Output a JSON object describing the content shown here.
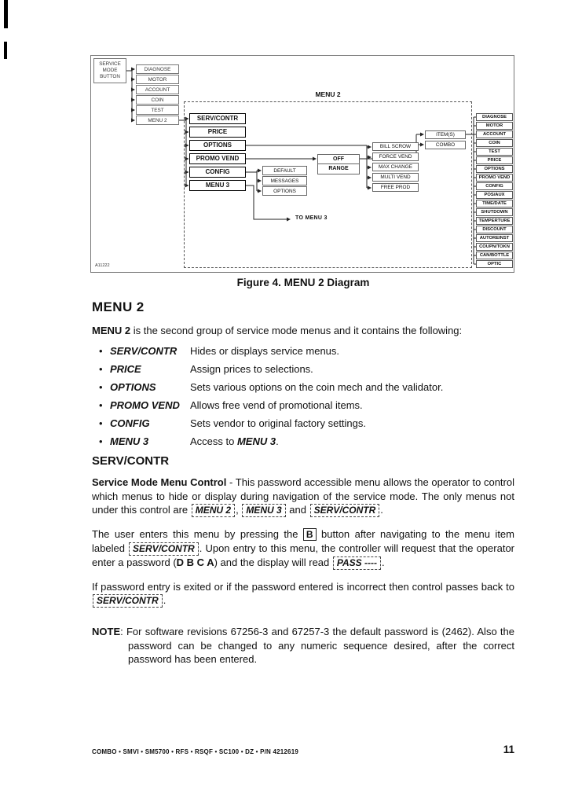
{
  "page": {
    "footer_left": "COMBO • SMVI • SM5700 • RFS • RSQF • SC100 • DZ • P/N 4212619",
    "page_number": "11"
  },
  "figure": {
    "caption": "Figure 4. MENU 2 Diagram",
    "figure_id": "A11222",
    "service_mode_button": "SERVICE MODE BUTTON",
    "menu2_label": "MENU 2",
    "to_menu3_label": "TO MENU 3",
    "top_stack": [
      "DIAGNOSE",
      "MOTOR",
      "ACCOUNT",
      "COIN",
      "TEST",
      "MENU 2"
    ],
    "main_menu": [
      "SERV/CONTR",
      "PRICE",
      "OPTIONS",
      "PROMO VEND",
      "CONFIG",
      "MENU 3"
    ],
    "config_sub": [
      "DEFAULT",
      "MESSAGES",
      "OPTIONS"
    ],
    "off_range": [
      "OFF",
      "RANGE"
    ],
    "options_sub": [
      "BILL SCROW",
      "FORCE VEND",
      "MAX CHANGE",
      "MULTI VEND",
      "FREE PROD"
    ],
    "promo_sub": [
      "ITEM(S)",
      "COMBO"
    ],
    "right_stack": [
      "DIAGNOSE",
      "MOTOR",
      "ACCOUNT",
      "COIN",
      "TEST",
      "PRICE",
      "OPTIONS",
      "PROMO VEND",
      "CONFIG",
      "POS/AUX",
      "TIME/DATE",
      "SHUTDOWN",
      "TEMPERTURE",
      "DISCOUNT",
      "AUTOREINST",
      "COUPN/TOKN",
      "CAN/BOTTLE",
      "OPTIC"
    ]
  },
  "menu2_section": {
    "heading": "MENU 2",
    "bullet_char": "•",
    "intro": [
      {
        "t": "MENU 2",
        "s": "bold"
      },
      {
        "t": " is the second group of service mode menus and it contains the following:",
        "s": "plain"
      }
    ],
    "bullets": [
      {
        "name": "SERV/CONTR",
        "desc": [
          {
            "t": "Hides or displays service menus.",
            "s": "plain"
          }
        ]
      },
      {
        "name": "PRICE",
        "desc": [
          {
            "t": "Assign prices to selections.",
            "s": "plain"
          }
        ]
      },
      {
        "name": "OPTIONS",
        "desc": [
          {
            "t": "Sets various options on the coin mech and the validator.",
            "s": "plain"
          }
        ]
      },
      {
        "name": "PROMO VEND",
        "desc": [
          {
            "t": "Allows free vend of promotional items.",
            "s": "plain"
          }
        ]
      },
      {
        "name": "CONFIG",
        "desc": [
          {
            "t": "Sets vendor to original factory settings.",
            "s": "plain"
          }
        ]
      },
      {
        "name": "MENU 3",
        "desc": [
          {
            "t": "Access to ",
            "s": "plain"
          },
          {
            "t": "MENU 3",
            "s": "menu"
          },
          {
            "t": ".",
            "s": "plain"
          }
        ]
      }
    ]
  },
  "serv_contr_section": {
    "heading": "SERV/CONTR",
    "p1": [
      {
        "t": "Service Mode Menu Control",
        "s": "bold"
      },
      {
        "t": " - This password accessible menu allows the operator to control which menus to hide or display during navigation of the service mode. The only menus not under this control are ",
        "s": "plain"
      },
      {
        "t": "MENU 2",
        "s": "menubox"
      },
      {
        "t": ", ",
        "s": "plain"
      },
      {
        "t": "MENU 3",
        "s": "menubox"
      },
      {
        "t": " and ",
        "s": "plain"
      },
      {
        "t": "SERV/CONTR",
        "s": "menubox"
      },
      {
        "t": ".",
        "s": "plain"
      }
    ],
    "p2": [
      {
        "t": "The user enters this menu by pressing the ",
        "s": "plain"
      },
      {
        "t": "B",
        "s": "keybox"
      },
      {
        "t": " button after navigating to the menu item labeled ",
        "s": "plain"
      },
      {
        "t": "SERV/CONTR",
        "s": "menubox"
      },
      {
        "t": ". Upon entry to this menu, the controller will request that the operator enter a password (",
        "s": "plain"
      },
      {
        "t": "D B C A",
        "s": "bold"
      },
      {
        "t": ") and the display will read ",
        "s": "plain"
      },
      {
        "t": "PASS ----",
        "s": "menubox"
      },
      {
        "t": ".",
        "s": "plain"
      }
    ],
    "p3": [
      {
        "t": "If password entry is exited or if the password entered is incorrect then control passes back to ",
        "s": "plain"
      },
      {
        "t": "SERV/CONTR",
        "s": "menubox"
      },
      {
        "t": ".",
        "s": "plain"
      }
    ],
    "note": [
      {
        "t": "NOTE",
        "s": "bold"
      },
      {
        "t": ": For software revisions 67256-3 and 67257-3 the default password is (2462). Also the password can be changed to any numeric sequence desired, after the correct password has been entered.",
        "s": "plain"
      }
    ]
  }
}
